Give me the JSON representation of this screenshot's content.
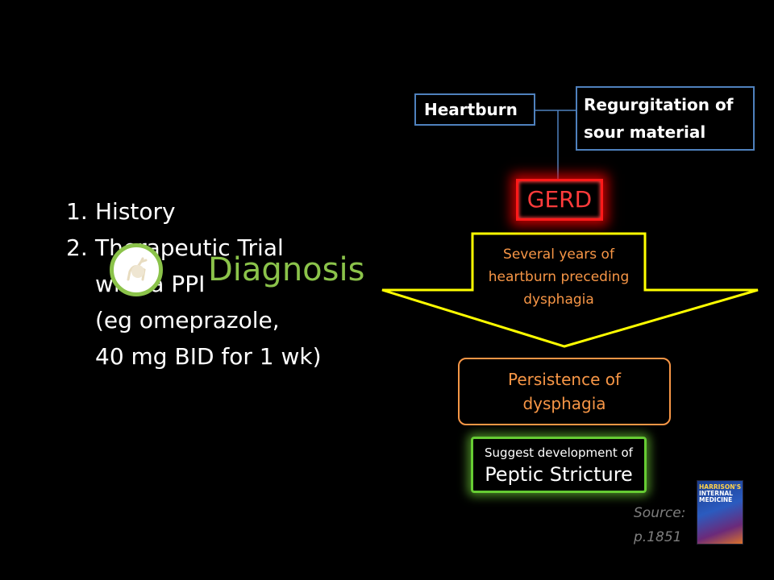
{
  "list": {
    "items": [
      {
        "num": "1.",
        "lines": [
          "History"
        ]
      },
      {
        "num": "2.",
        "lines": [
          "Therapeutic  Trial",
          "with a PPI",
          "(eg omeprazole,",
          "40 mg BID for 1 wk)"
        ]
      }
    ]
  },
  "title": "Diagnosis",
  "flow": {
    "heartburn": "Heartburn",
    "regurgitation": [
      "Regurgitation of",
      "sour material"
    ],
    "gerd": "GERD",
    "arrow_text": [
      "Several years of",
      "heartburn preceding",
      "dysphagia"
    ],
    "persistence": [
      "Persistence of",
      "dysphagia"
    ],
    "suggest_small": "Suggest development of",
    "suggest_big": "Peptic Stricture"
  },
  "source": {
    "label": "Source:",
    "page": "p.1851",
    "book_title": [
      "HARRISON'S",
      "INTERNAL",
      "MEDICINE"
    ]
  },
  "colors": {
    "background": "#000000",
    "blue_box": "#4f81bd",
    "gerd_red": "#ff1a1a",
    "arrow_yellow": "#ffff00",
    "orange": "#f79646",
    "green": "#66cc33",
    "title_green": "#8bc34a",
    "source_gray": "#7f7f7f"
  }
}
